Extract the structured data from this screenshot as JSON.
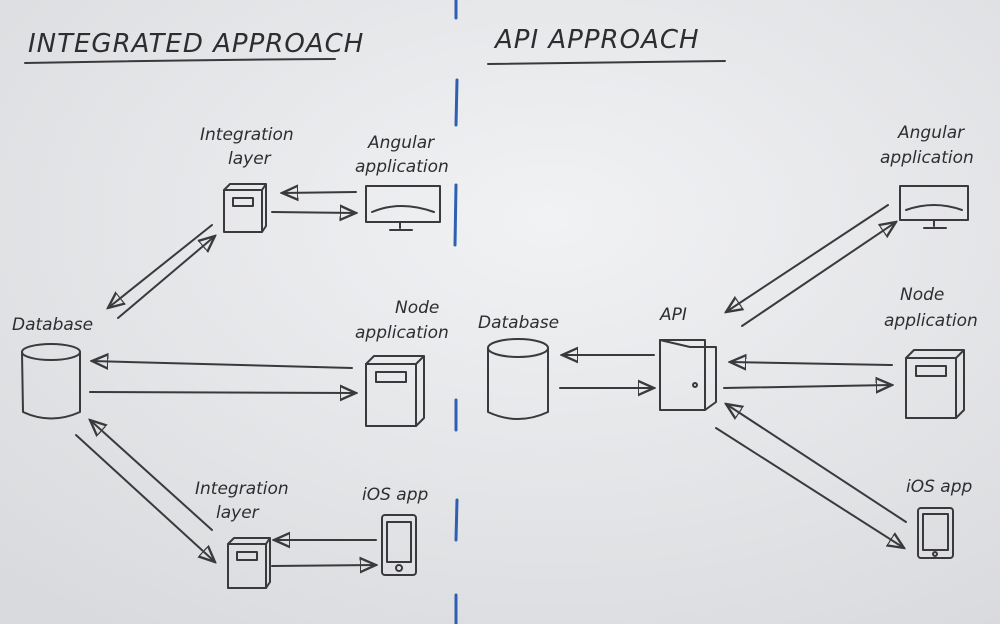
{
  "left": {
    "title": "INTEGRATED APPROACH",
    "database": "Database",
    "integration_layer_top": [
      "Integration",
      "layer"
    ],
    "angular": [
      "Angular",
      "application"
    ],
    "node": [
      "Node",
      "application"
    ],
    "integration_layer_bottom": [
      "Integration",
      "layer"
    ],
    "ios": "iOS app"
  },
  "right": {
    "title": "API APPROACH",
    "database": "Database",
    "api": "API",
    "angular": [
      "Angular",
      "application"
    ],
    "node": [
      "Node",
      "application"
    ],
    "ios": "iOS app"
  },
  "colors": {
    "ink": "#3a3a3c",
    "divider": "#2f5fb3",
    "board": "#e6e7e9"
  }
}
